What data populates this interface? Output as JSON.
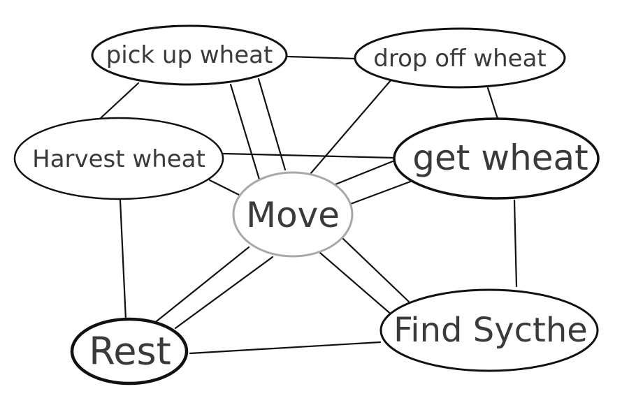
{
  "nodes": {
    "pick_up_wheat": {
      "label": "pick up wheat"
    },
    "drop_off_wheat": {
      "label": "drop off wheat"
    },
    "harvest_wheat": {
      "label": "Harvest wheat"
    },
    "get_wheat": {
      "label": "get wheat"
    },
    "move": {
      "label": "Move"
    },
    "rest": {
      "label": "Rest"
    },
    "find_sycthe": {
      "label": "Find Sycthe"
    }
  },
  "edges": [
    {
      "from": "pick_up_wheat",
      "to": "drop_off_wheat",
      "style": "single"
    },
    {
      "from": "pick_up_wheat",
      "to": "harvest_wheat",
      "style": "single"
    },
    {
      "from": "pick_up_wheat",
      "to": "move",
      "style": "double"
    },
    {
      "from": "drop_off_wheat",
      "to": "move",
      "style": "single"
    },
    {
      "from": "drop_off_wheat",
      "to": "get_wheat",
      "style": "single"
    },
    {
      "from": "harvest_wheat",
      "to": "get_wheat",
      "style": "single"
    },
    {
      "from": "harvest_wheat",
      "to": "move",
      "style": "single"
    },
    {
      "from": "harvest_wheat",
      "to": "rest",
      "style": "single"
    },
    {
      "from": "get_wheat",
      "to": "move",
      "style": "double"
    },
    {
      "from": "get_wheat",
      "to": "find_sycthe",
      "style": "single"
    },
    {
      "from": "move",
      "to": "rest",
      "style": "double"
    },
    {
      "from": "move",
      "to": "find_sycthe",
      "style": "double"
    },
    {
      "from": "rest",
      "to": "find_sycthe",
      "style": "single"
    }
  ],
  "colors": {
    "edge": "#111111",
    "node_border": "#111111",
    "move_border": "#a8a8a8",
    "text": "#3a3a3a"
  }
}
